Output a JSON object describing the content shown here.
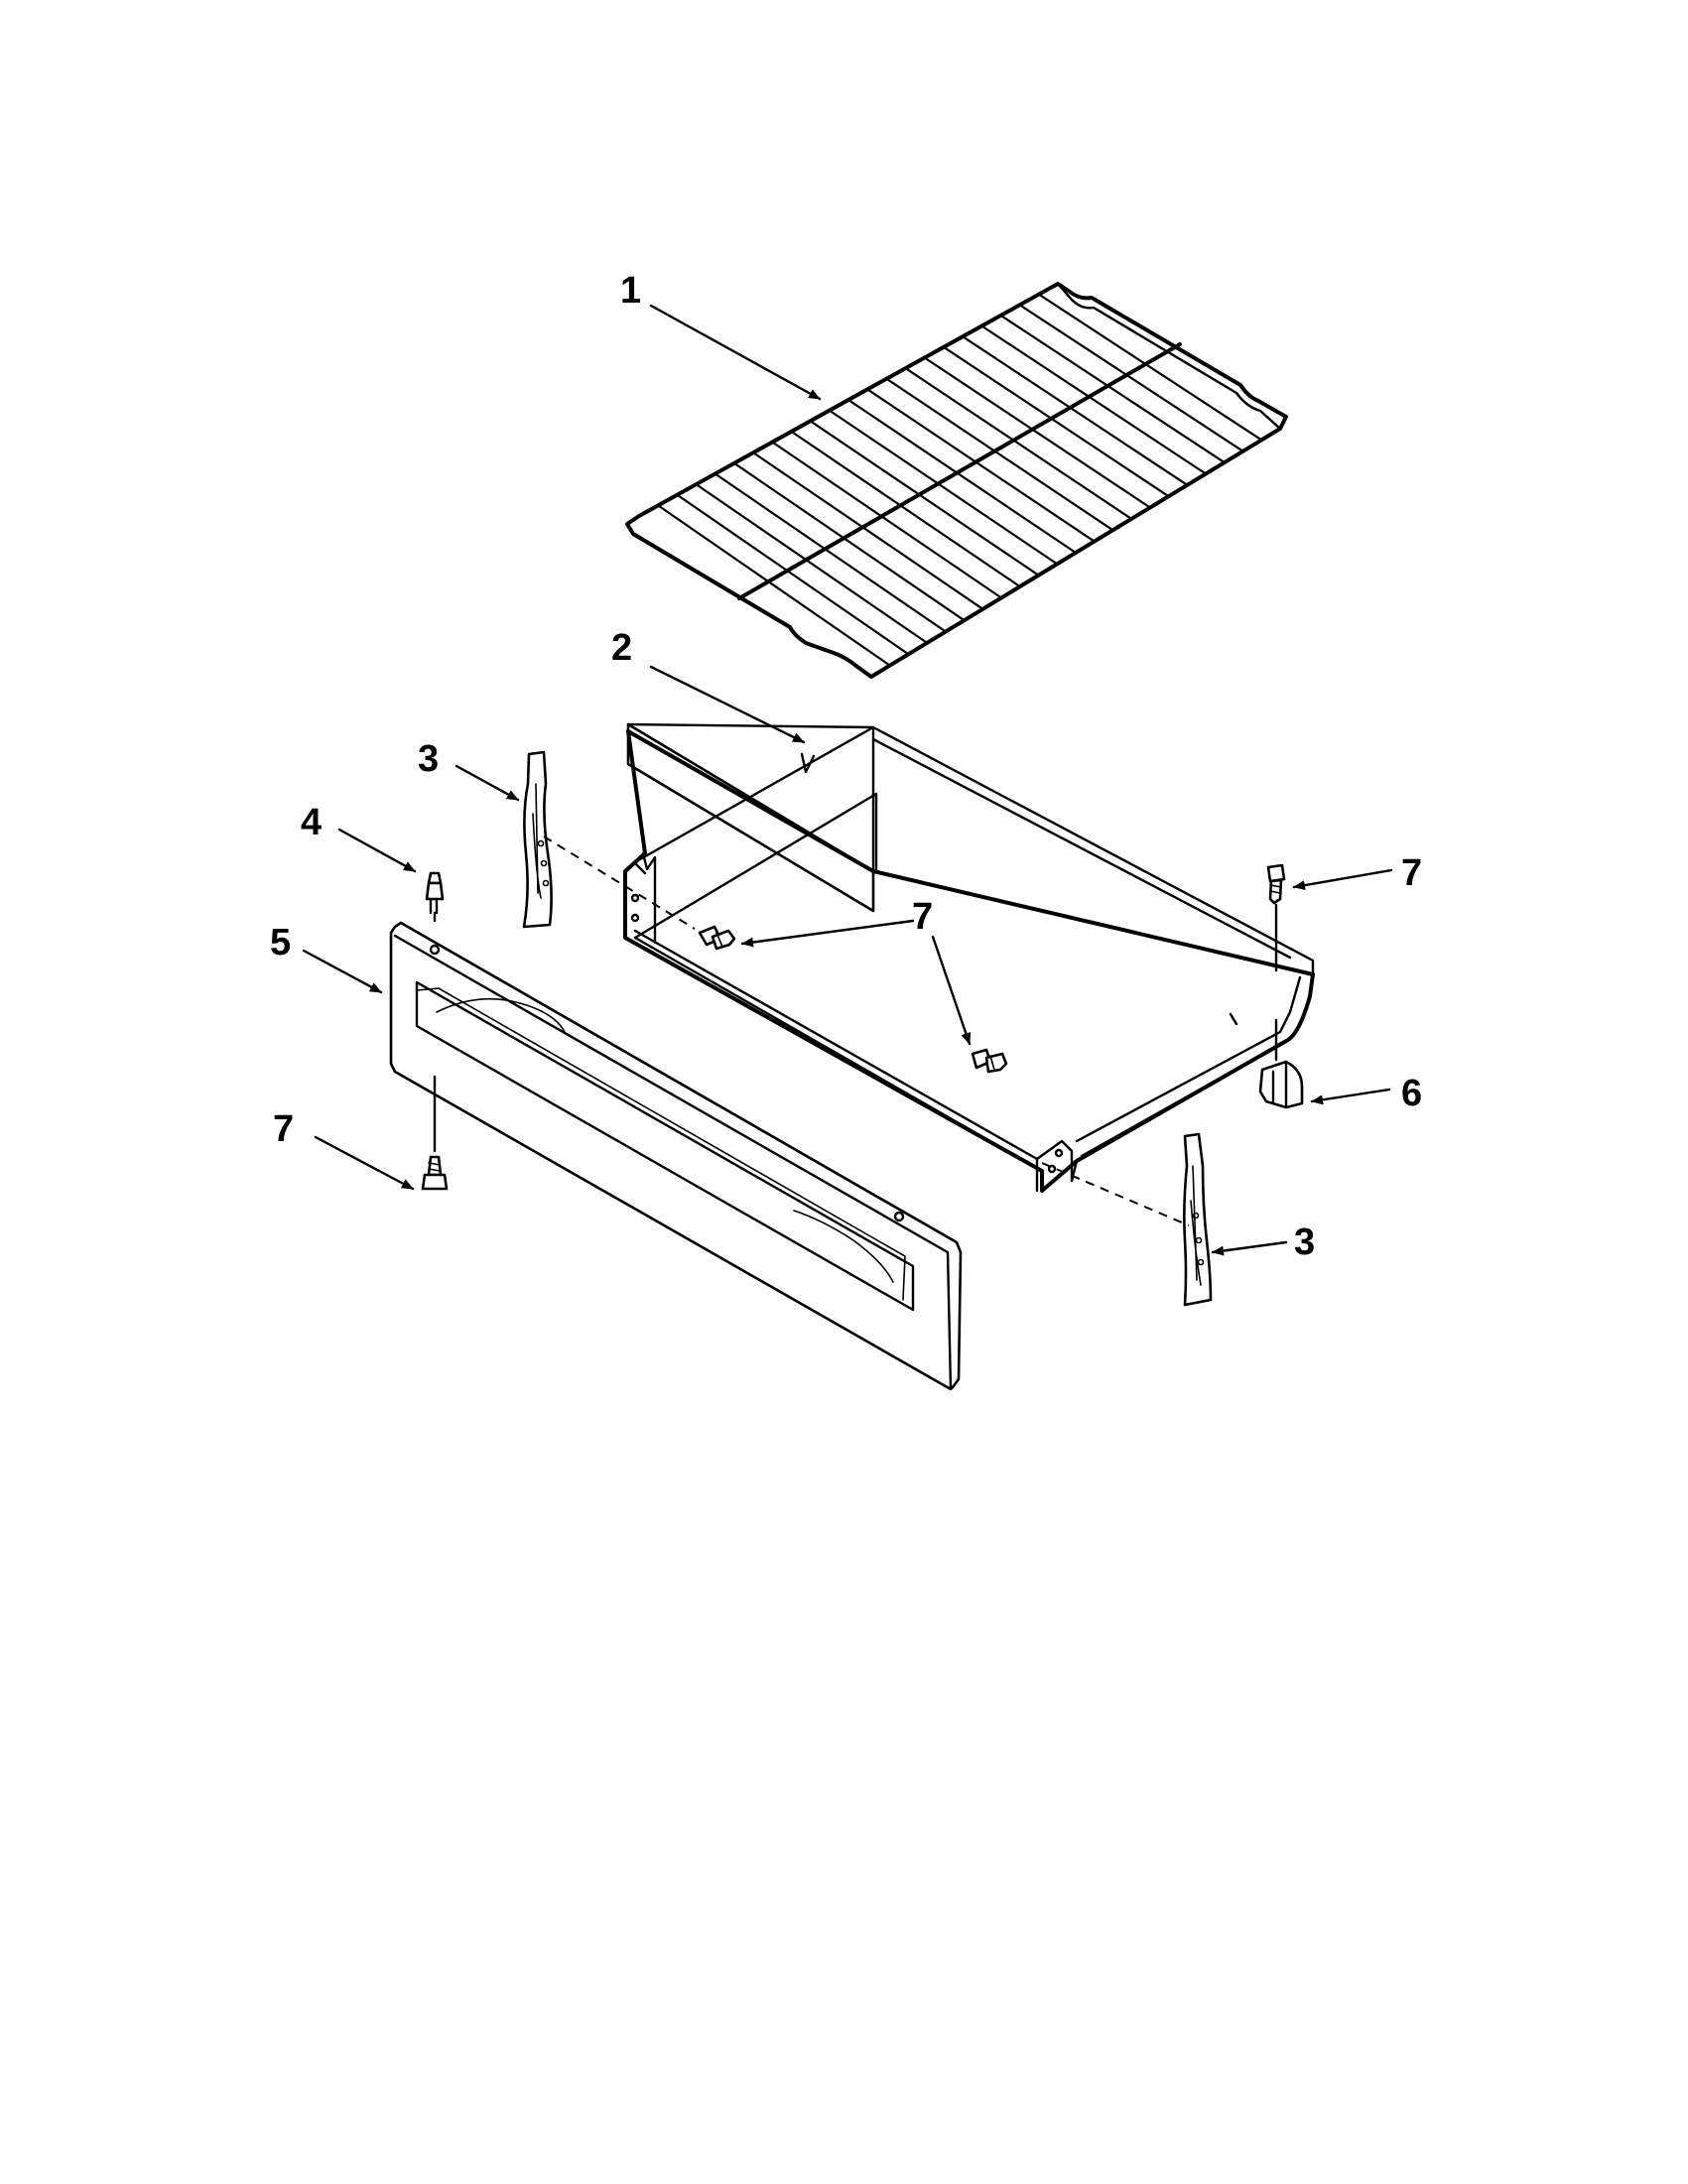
{
  "callouts": {
    "rack": "1",
    "drawer": "2",
    "glide_left": "3",
    "glide_right": "3",
    "pin": "4",
    "panel": "5",
    "clip": "6",
    "screw_drawer_right_top": "7",
    "screw_drawer_center": "7",
    "screw_panel_bottom": "7"
  }
}
